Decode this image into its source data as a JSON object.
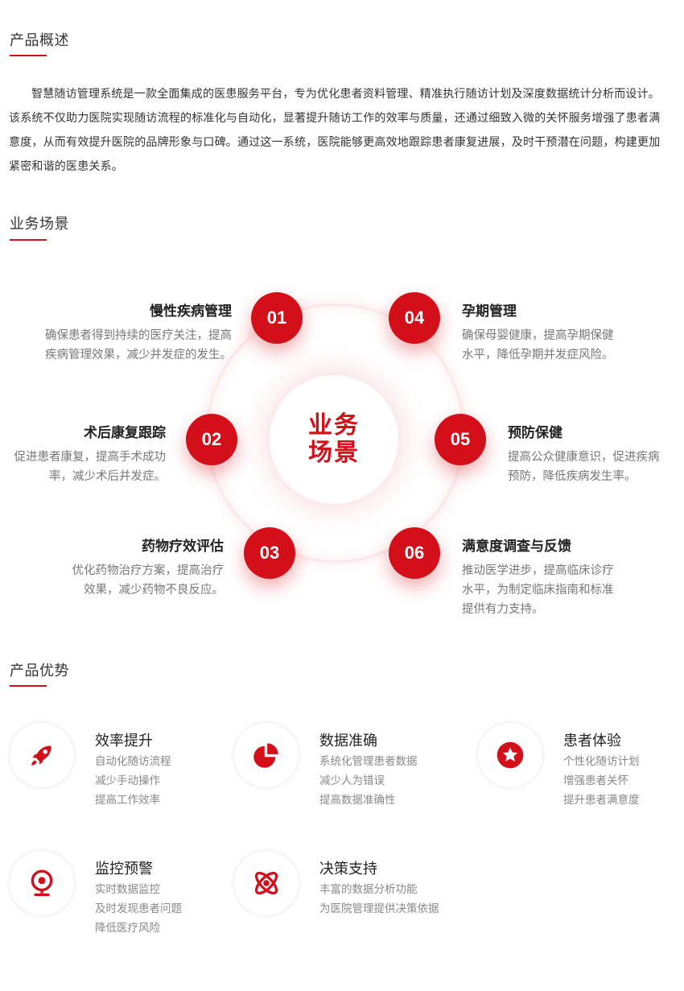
{
  "overview": {
    "title": "产品概述",
    "text": "智慧随访管理系统是一款全面集成的医患服务平台，专为优化患者资料管理、精准执行随访计划及深度数据统计分析而设计。该系统不仅助力医院实现随访流程的标准化与自动化，显著提升随访工作的效率与质量，还通过细致入微的关怀服务增强了患者满意度，从而有效提升医院的品牌形象与口碑。通过这一系统，医院能够更高效地跟踪患者康复进展，及时干预潜在问题，构建更加紧密和谐的医患关系。"
  },
  "scenarios": {
    "title": "业务场景",
    "center_line1": "业务",
    "center_line2": "场景",
    "items": [
      {
        "num": "01",
        "title": "慢性疾病管理",
        "desc1": "确保患者得到持续的医疗关注，提高",
        "desc2": "疾病管理效果，减少并发症的发生。"
      },
      {
        "num": "02",
        "title": "术后康复跟踪",
        "desc1": "促进患者康复，提高手术成功",
        "desc2": "率，减少术后并发症。"
      },
      {
        "num": "03",
        "title": "药物疗效评估",
        "desc1": "优化药物治疗方案，提高治疗",
        "desc2": "效果，减少药物不良反应。"
      },
      {
        "num": "04",
        "title": "孕期管理",
        "desc1": "确保母婴健康，提高孕期保健",
        "desc2": "水平，降低孕期并发症风险。"
      },
      {
        "num": "05",
        "title": "预防保健",
        "desc1": "提高公众健康意识，促进疾病",
        "desc2": "预防，降低疾病发生率。"
      },
      {
        "num": "06",
        "title": "满意度调查与反馈",
        "desc1": "推动医学进步，提高临床诊疗",
        "desc2": "水平，为制定临床指南和标准",
        "desc3": "提供有力支持。"
      }
    ]
  },
  "advantages": {
    "title": "产品优势",
    "items": [
      {
        "icon": "rocket-icon",
        "title": "效率提升",
        "lines": [
          "自动化随访流程",
          "减少手动操作",
          "提高工作效率"
        ]
      },
      {
        "icon": "pie-chart-icon",
        "title": "数据准确",
        "lines": [
          "系统化管理患者数据",
          "减少人为错误",
          "提高数据准确性"
        ]
      },
      {
        "icon": "star-badge-icon",
        "title": "患者体验",
        "lines": [
          "个性化随访计划",
          "增强患者关怀",
          "提升患者满意度"
        ]
      },
      {
        "icon": "webcam-icon",
        "title": "监控预警",
        "lines": [
          "实时数据监控",
          "及时发现患者问题",
          "降低医疗风险"
        ]
      },
      {
        "icon": "atom-icon",
        "title": "决策支持",
        "lines": [
          "丰富的数据分析功能",
          "为医院管理提供决策依据"
        ]
      }
    ]
  },
  "colors": {
    "accent": "#d3101a",
    "text": "#333333",
    "muted": "#777777"
  }
}
